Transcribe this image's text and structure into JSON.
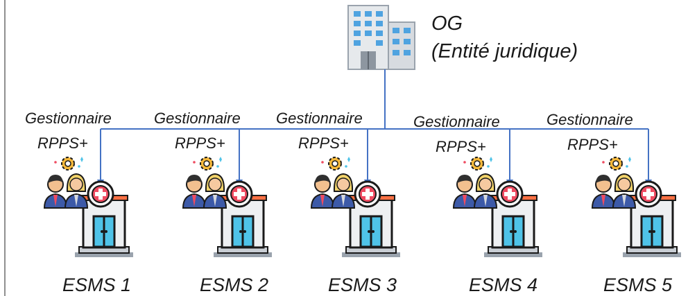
{
  "root": {
    "label_line1": "OG",
    "label_line2": "(Entité juridique)",
    "icon": "office-building-icon"
  },
  "colors": {
    "connector": "#4472c4",
    "building_blue": "#4fa3e0",
    "facility_wall": "#e9ecef",
    "facility_roof": "#ff7043",
    "cross_red": "#ef4b61",
    "door_cyan": "#4fc3e8",
    "suit_blue": "#3d5aa8"
  },
  "units": [
    {
      "role_line1": "Gestionnaire",
      "role_line2": "RPPS+",
      "name": "ESMS 1"
    },
    {
      "role_line1": "Gestionnaire",
      "role_line2": "RPPS+",
      "name": "ESMS 2"
    },
    {
      "role_line1": "Gestionnaire",
      "role_line2": "RPPS+",
      "name": "ESMS 3"
    },
    {
      "role_line1": "Gestionnaire",
      "role_line2": "RPPS+",
      "name": "ESMS 4"
    },
    {
      "role_line1": "Gestionnaire",
      "role_line2": "RPPS+",
      "name": "ESMS 5"
    }
  ]
}
